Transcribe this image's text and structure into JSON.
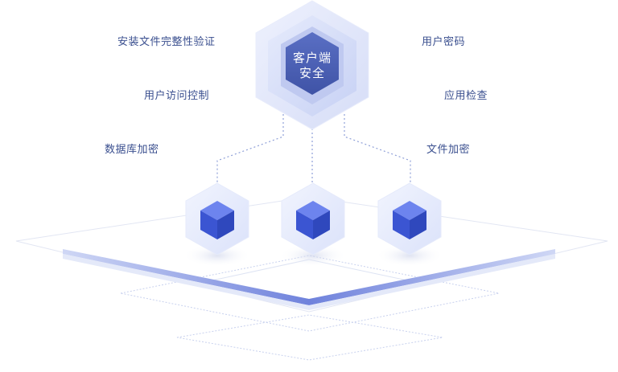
{
  "hub": {
    "line1": "客户端",
    "line2": "安全"
  },
  "features_left": [
    {
      "label": "安装文件完整性验证"
    },
    {
      "label": "用户访问控制"
    },
    {
      "label": "数据库加密"
    }
  ],
  "features_right": [
    {
      "label": "用户密码"
    },
    {
      "label": "应用检查"
    },
    {
      "label": "文件加密"
    }
  ],
  "colors": {
    "label_text": "#3a4f8f",
    "hub_core": "#4a5fb0",
    "hex_light": "#dde4fb",
    "cube_blue": "#3f5bd6",
    "rail": "#7f8fe0",
    "dotted": "#8fa0d8"
  }
}
